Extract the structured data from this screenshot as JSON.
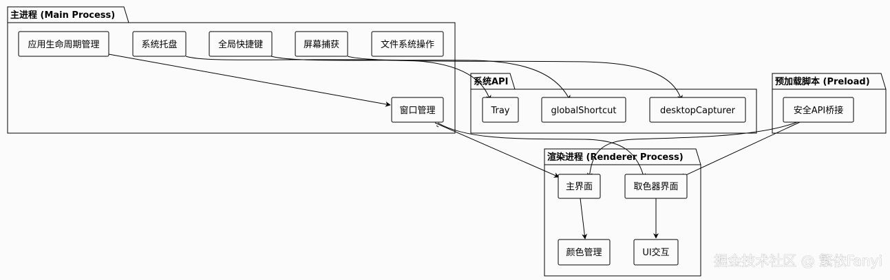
{
  "packages": {
    "main": {
      "title": "主进程 (Main Process)"
    },
    "system_api": {
      "title": "系统API"
    },
    "preload": {
      "title": "预加载脚本 (Preload)"
    },
    "renderer": {
      "title": "渲染进程 (Renderer Process)"
    }
  },
  "nodes": {
    "app_lifecycle": "应用生命周期管理",
    "system_tray": "系统托盘",
    "global_shortcut_key": "全局快捷键",
    "screen_capture": "屏幕捕获",
    "file_system_ops": "文件系统操作",
    "window_mgmt": "窗口管理",
    "tray_api": "Tray",
    "global_shortcut_api": "globalShortcut",
    "desktop_capturer_api": "desktopCapturer",
    "secure_api_bridge": "安全API桥接",
    "main_ui": "主界面",
    "color_picker_ui": "取色器界面",
    "color_mgmt": "颜色管理",
    "ui_interaction": "UI交互"
  },
  "edges": [
    {
      "from": "app_lifecycle",
      "to": "window_mgmt"
    },
    {
      "from": "system_tray",
      "to": "tray_api"
    },
    {
      "from": "global_shortcut_key",
      "to": "global_shortcut_api"
    },
    {
      "from": "screen_capture",
      "to": "desktop_capturer_api"
    },
    {
      "from": "window_mgmt",
      "to": "main_ui"
    },
    {
      "from": "window_mgmt",
      "to": "color_picker_ui"
    },
    {
      "from": "secure_api_bridge",
      "to": "main_ui"
    },
    {
      "from": "secure_api_bridge",
      "to": "color_picker_ui"
    },
    {
      "from": "main_ui",
      "to": "color_mgmt"
    },
    {
      "from": "color_picker_ui",
      "to": "ui_interaction"
    }
  ],
  "watermark": "掘金技术社区 @ 繁依Fanyi"
}
